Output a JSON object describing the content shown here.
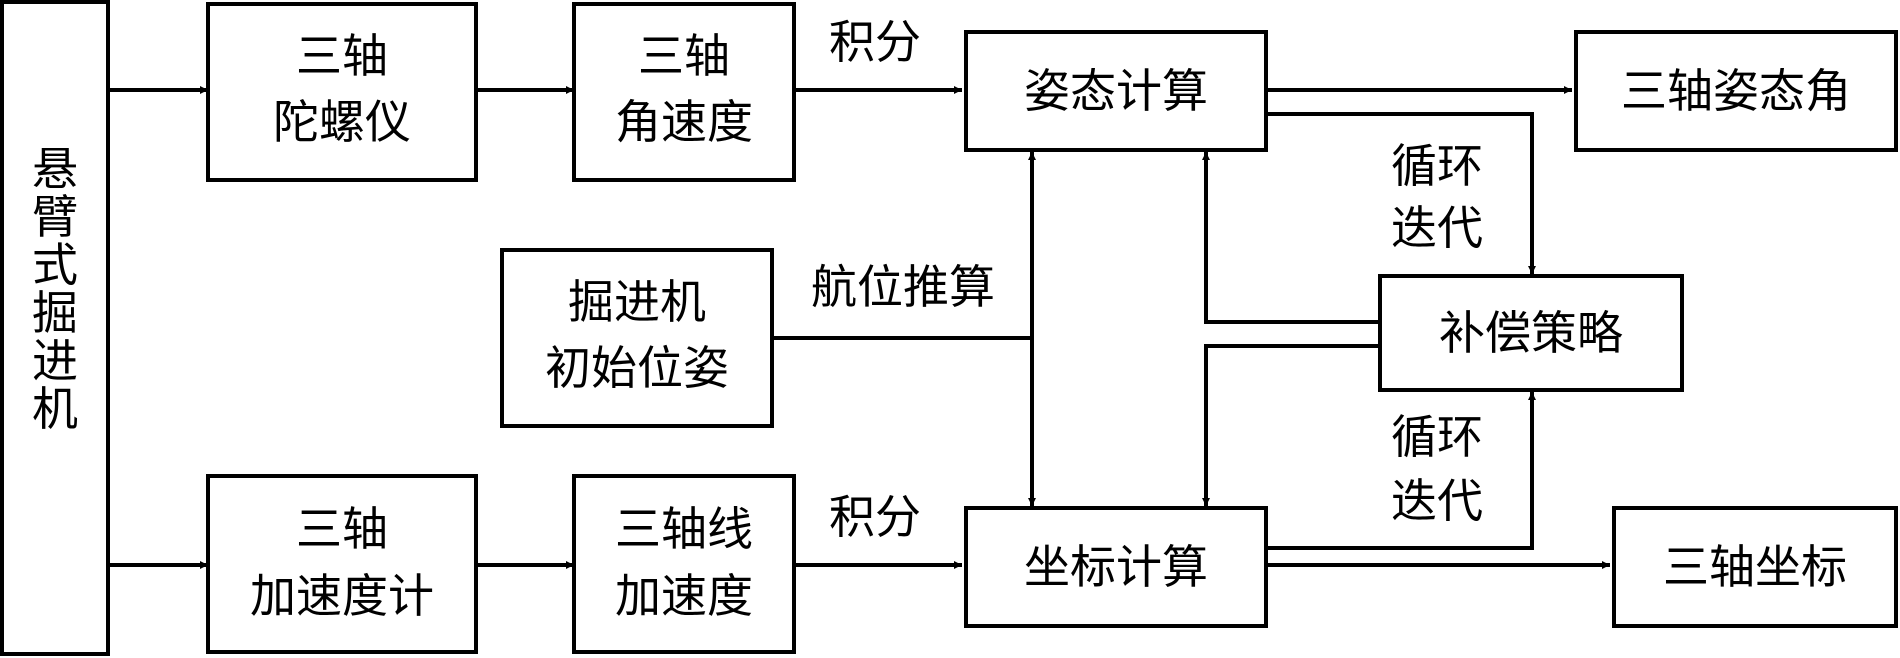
{
  "nodes": {
    "machine": [
      "悬",
      "臂",
      "式",
      "掘",
      "进",
      "机"
    ],
    "gyro": [
      "三轴",
      "陀螺仪"
    ],
    "angular_rate": [
      "三轴",
      "角速度"
    ],
    "attitude_calc": "姿态计算",
    "attitude_angle": "三轴姿态角",
    "initial_pose": [
      "掘进机",
      "初始位姿"
    ],
    "compensation": "补偿策略",
    "accelerometer": [
      "三轴",
      "加速度计"
    ],
    "linear_accel": [
      "三轴线",
      "加速度"
    ],
    "coord_calc": "坐标计算",
    "coord_out": "三轴坐标"
  },
  "edge_labels": {
    "integrate_top": "积分",
    "integrate_bottom": "积分",
    "dead_reckoning": "航位推算",
    "loop_iter_top": [
      "循环",
      "迭代"
    ],
    "loop_iter_bottom": [
      "循环",
      "迭代"
    ]
  }
}
